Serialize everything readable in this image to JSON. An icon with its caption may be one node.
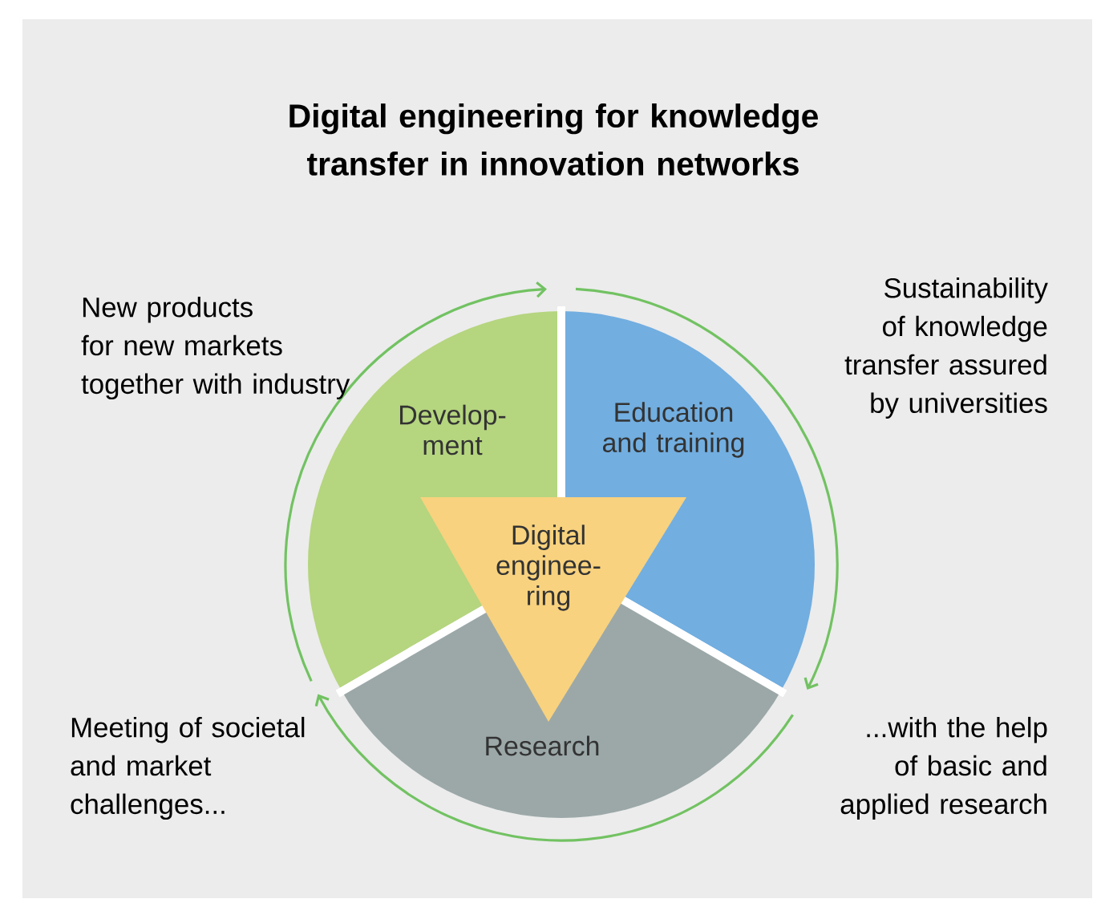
{
  "diagram": {
    "title": "Digital engineering for knowledge transfer in innovation networks",
    "nodes": [
      {
        "text": [
          "Develop- ment"
        ]
      },
      {
        "text": [
          "Education and training"
        ]
      },
      {
        "text": [
          "Research"
        ]
      },
      {
        "text": [
          "Digital enginee- ring"
        ]
      }
    ],
    "labels": [
      "New products for new markets together with industry",
      "Sustainability of knowledge transfer assured by universities",
      "Meeting of societal and market challenges...",
      "...with the help of basic and applied research"
    ]
  }
}
